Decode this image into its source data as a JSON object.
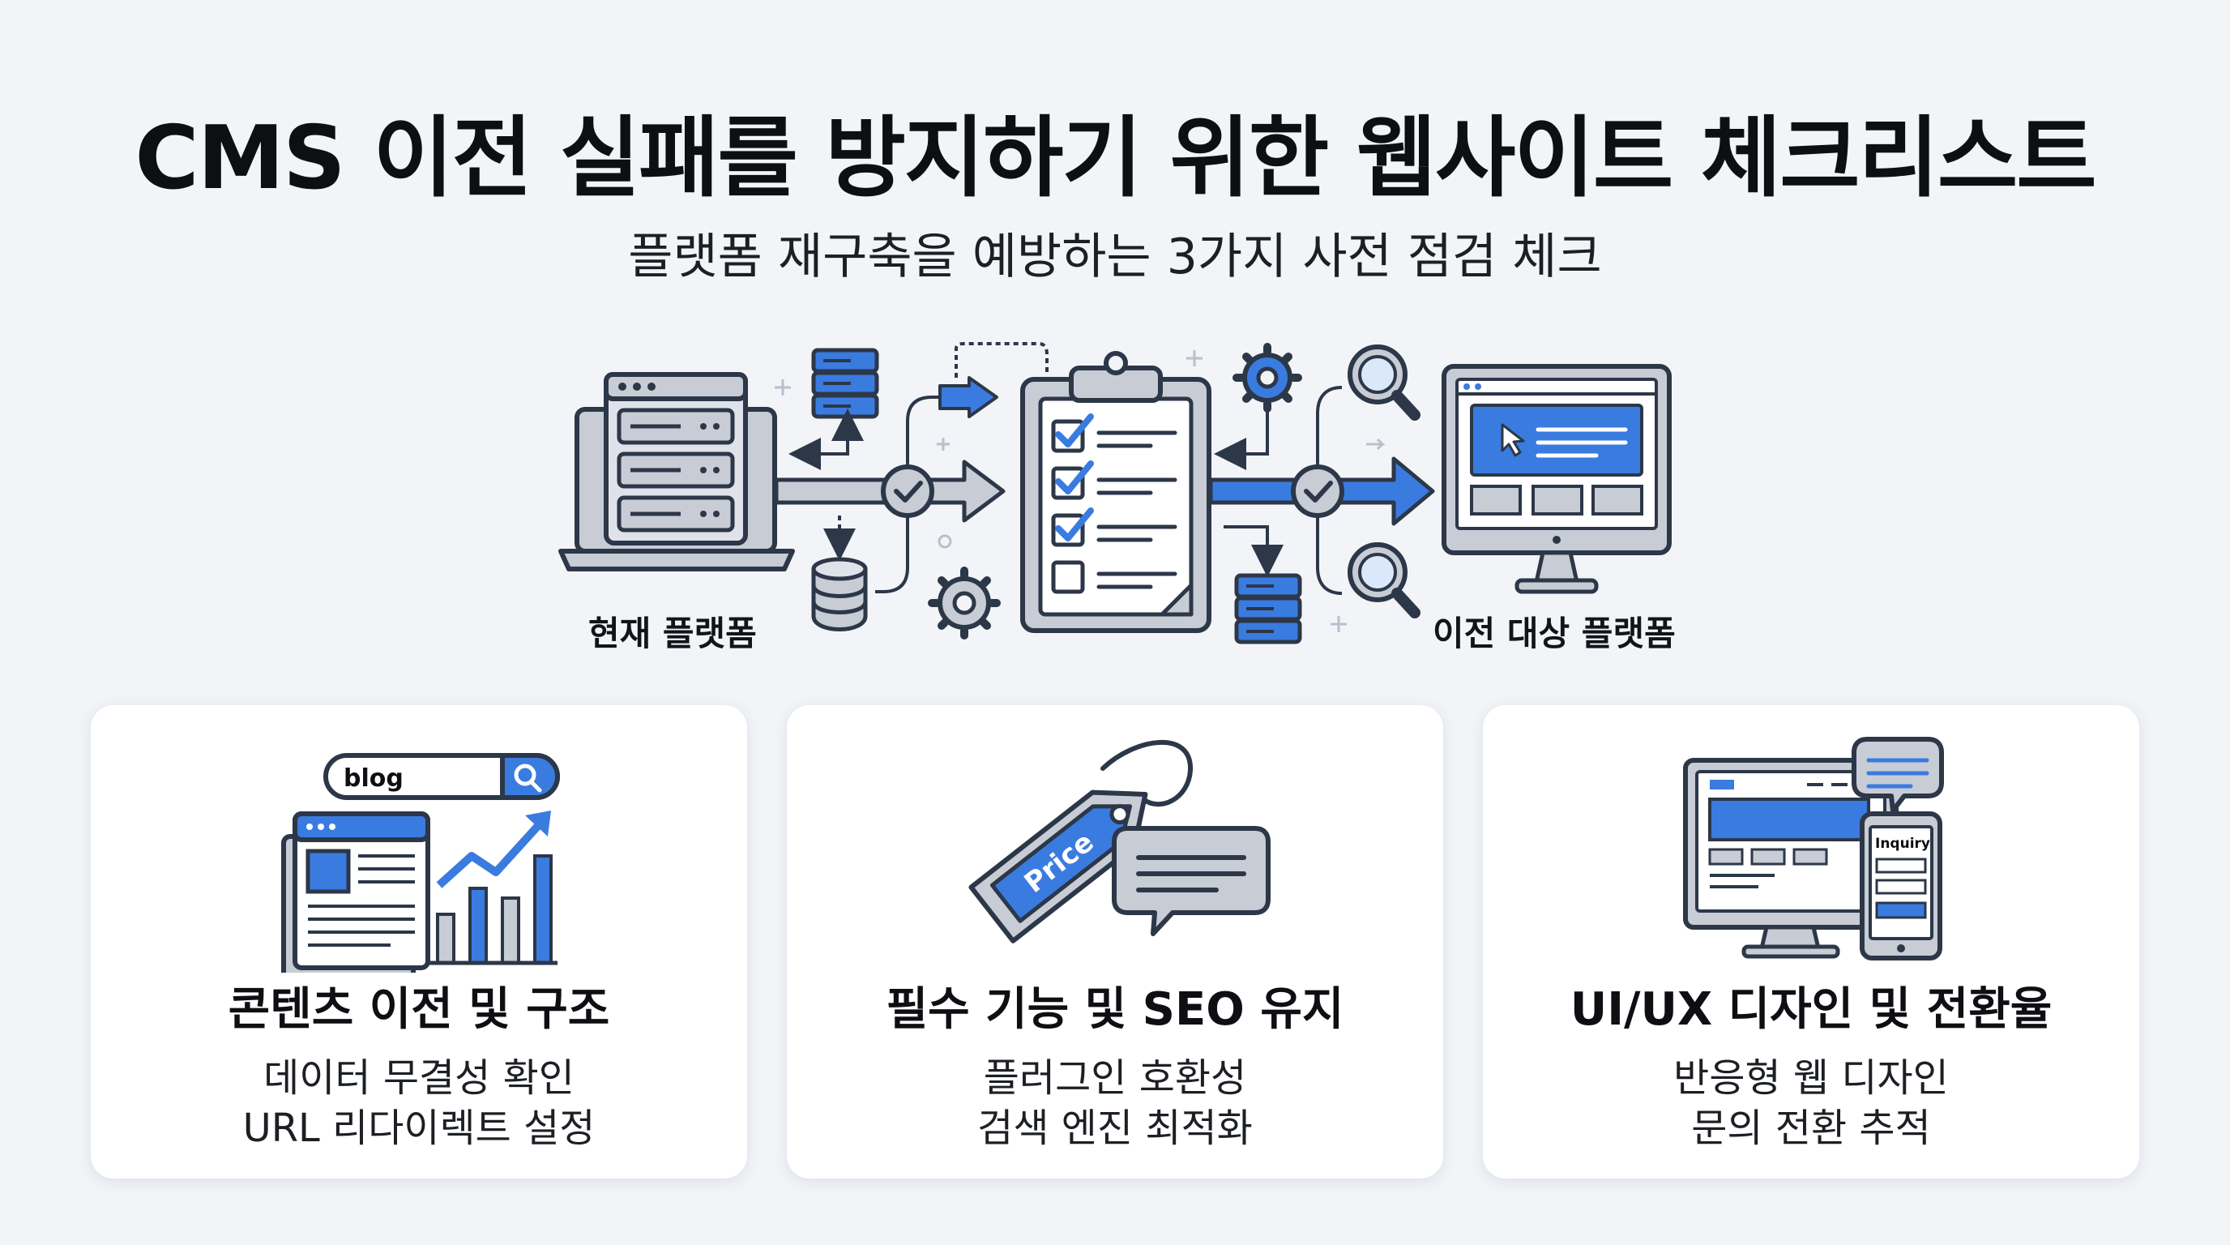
{
  "title": "CMS 이전 실패를 방지하기 위한 웹사이트 체크리스트",
  "subtitle": "플랫폼 재구축을 예방하는 3가지 사전 점검 체크",
  "flow": {
    "source_label": "현재 플랫폼",
    "target_label": "이전 대상 플랫폼"
  },
  "cards": [
    {
      "title": "콘텐츠 이전 및 구조",
      "lines": [
        "데이터 무결성 확인",
        "URL 리다이렉트 설정"
      ],
      "icon_text": "blog"
    },
    {
      "title": "필수 기능 및 SEO 유지",
      "lines": [
        "플러그인 호환성",
        "검색 엔진 최적화"
      ],
      "icon_text": "Price"
    },
    {
      "title": "UI/UX 디자인 및 전환율",
      "lines": [
        "반응형 웹 디자인",
        "문의 전환 추적"
      ],
      "icon_text": "Inquiry"
    }
  ],
  "colors": {
    "accent": "#3a7be0",
    "outline": "#2c3748",
    "panel": "#c7ccd5",
    "background": "#f2f4f8"
  }
}
